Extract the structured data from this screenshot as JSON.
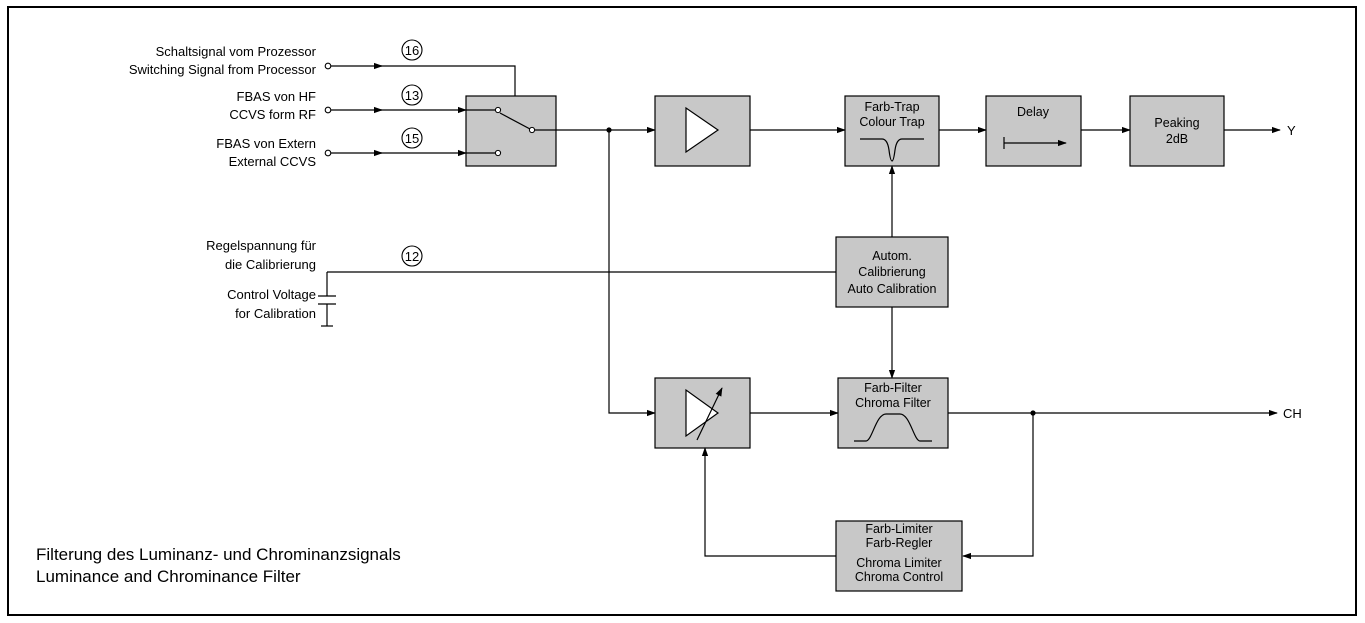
{
  "inputs": {
    "switching_de": "Schaltsignal vom Prozessor",
    "switching_en": "Switching Signal from Processor",
    "hf_de": "FBAS von HF",
    "hf_en": "CCVS form RF",
    "extern_de": "FBAS von Extern",
    "extern_en": "External CCVS",
    "control_de_1": "Regelspannung  für",
    "control_de_2": "die Calibrierung",
    "control_en_1": "Control Voltage",
    "control_en_2": "for Calibration"
  },
  "pins": {
    "p16": "16",
    "p13": "13",
    "p15": "15",
    "p12": "12"
  },
  "blocks": {
    "trap_de": "Farb-Trap",
    "trap_en": "Colour Trap",
    "delay": "Delay",
    "peaking_1": "Peaking",
    "peaking_2": "2dB",
    "calib_1": "Autom.",
    "calib_2": "Calibrierung",
    "calib_3": "Auto Calibration",
    "filter_de": "Farb-Filter",
    "filter_en": "Chroma Filter",
    "limiter_1": "Farb-Limiter",
    "limiter_2": "Farb-Regler",
    "limiter_3": "Chroma Limiter",
    "limiter_4": "Chroma Control"
  },
  "outputs": {
    "y": "Y",
    "ch": "CH"
  },
  "caption": {
    "line1": "Filterung des Luminanz- und Chrominanzsignals",
    "line2": "Luminance and Chrominance Filter"
  }
}
